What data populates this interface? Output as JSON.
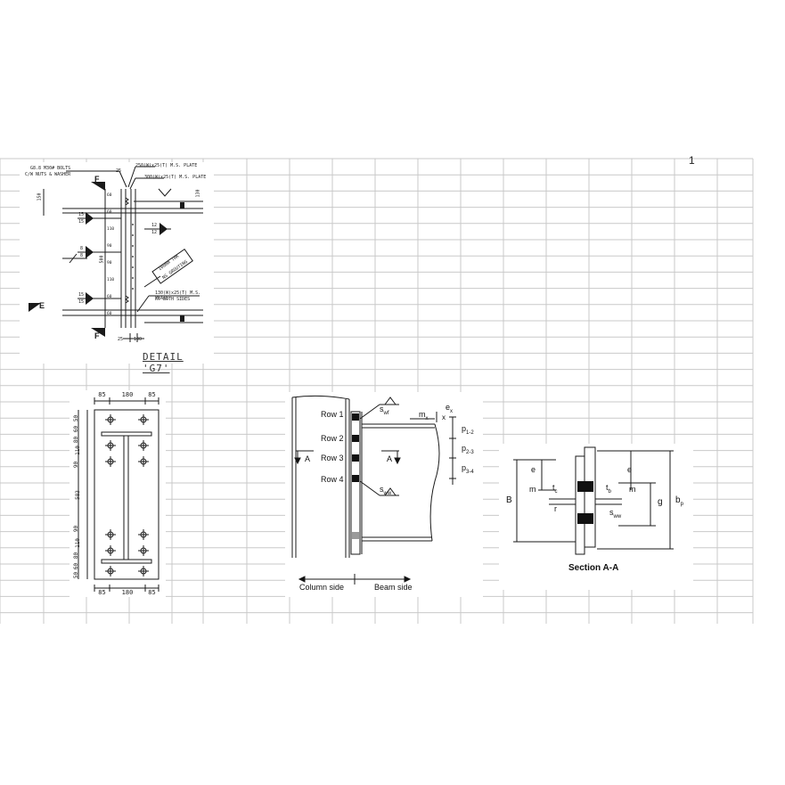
{
  "sheet": {
    "page_number": "1",
    "colors": {
      "grid": "#c9c9c9",
      "ink": "#1a1a1a",
      "background": "#ffffff"
    }
  },
  "detail_g7": {
    "callout_bolts_1": "G8.8 M30# BOLTS",
    "callout_bolts_2": "C/W NUTS & WASHER",
    "callout_plate_top_1": "250(W)x25(T) M.S. PLATE",
    "callout_plate_top_2": "300(W)x25(T) M.S. PLATE",
    "callout_plate_bot_1": "130(W)x25(T) M.S. PLATE",
    "callout_plate_bot_2": "AT BOTH SIDES",
    "diag_note_1": "100mm THK",
    "diag_note_2": "NS GROUTING",
    "section_mark_f": "F",
    "section_mark_e": "E",
    "dim_25_top": "25",
    "dim_150": "150",
    "dim_130": "130",
    "dim_25_bot": "25",
    "dim_100": "100",
    "dim_500": "500",
    "weld_15a": "15",
    "weld_15b": "15",
    "weld_8a": "8",
    "weld_8b": "8",
    "weld_15c": "15",
    "weld_15d": "15",
    "weld_12a": "12",
    "weld_12b": "12",
    "vdims": [
      "60",
      "60",
      "110",
      "90",
      "90",
      "110",
      "60",
      "60"
    ],
    "title": "DETAIL 'G7'"
  },
  "end_plate": {
    "top_dims": [
      "85",
      "180",
      "85"
    ],
    "bottom_dims": [
      "85",
      "180",
      "85"
    ],
    "left_dims": [
      "50",
      "60",
      "80",
      "110",
      "90",
      "583",
      "90",
      "110",
      "80",
      "60",
      "50"
    ]
  },
  "connection": {
    "rows": [
      "Row 1",
      "Row 2",
      "Row 3",
      "Row 4"
    ],
    "labels": {
      "swf": "s",
      "swf_sub": "wf",
      "sww": "s",
      "sww_sub": "ww",
      "ex": "e",
      "ex_sub": "x",
      "mx": "m",
      "mx_sub": "x",
      "x": "x",
      "p12": "p",
      "p12_sub": "1-2",
      "p23": "p",
      "p23_sub": "2-3",
      "p34": "p",
      "p34_sub": "3-4",
      "section_a_left": "A",
      "section_a_right": "A"
    },
    "column_side": "Column side",
    "beam_side": "Beam side"
  },
  "section_aa": {
    "labels": {
      "e_left": "e",
      "e_right": "e",
      "m_left": "m",
      "m_right": "m",
      "tc": "t",
      "tc_sub": "c",
      "tb": "t",
      "tb_sub": "b",
      "r": "r",
      "sww": "s",
      "sww_sub": "ww",
      "B": "B",
      "g": "g",
      "bp": "b",
      "bp_sub": "p"
    },
    "title": "Section A-A"
  }
}
